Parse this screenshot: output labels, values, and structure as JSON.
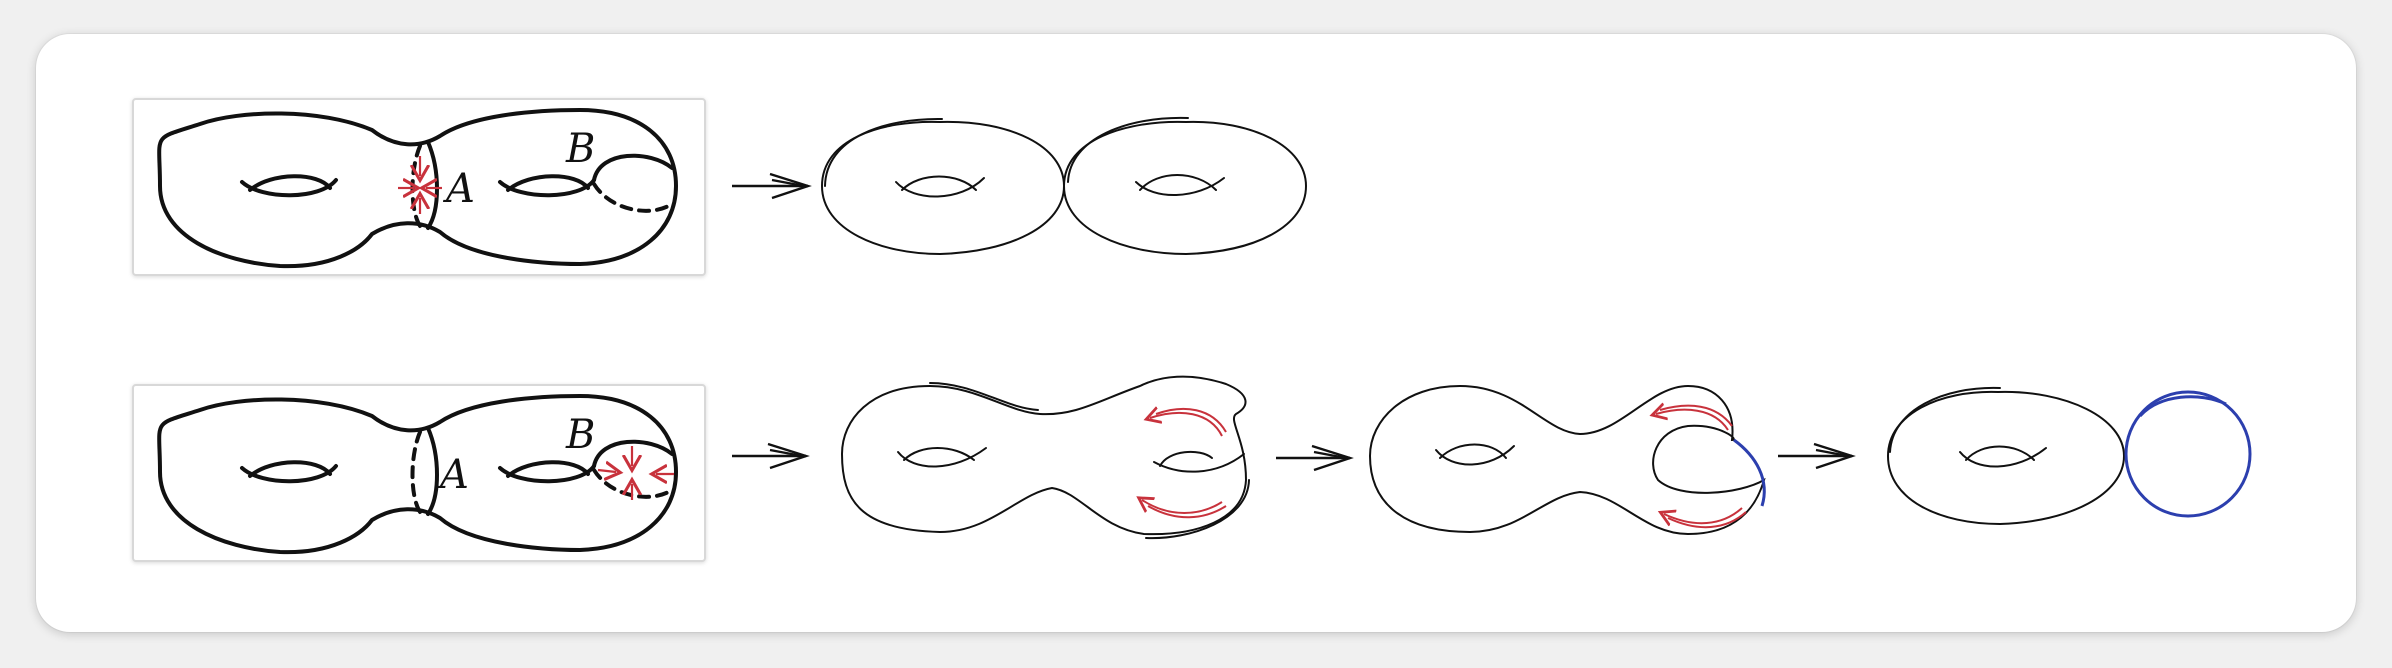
{
  "labels": {
    "curve_a": "A",
    "curve_b": "B"
  },
  "colors": {
    "stroke": "#111111",
    "arrow_red": "#c8323c",
    "curve_blue": "#2c3fae",
    "card_bg": "#ffffff",
    "page_bg": "#f0f0f0"
  },
  "rows": [
    {
      "name": "top-row",
      "steps": 2
    },
    {
      "name": "bottom-row",
      "steps": 4
    }
  ]
}
